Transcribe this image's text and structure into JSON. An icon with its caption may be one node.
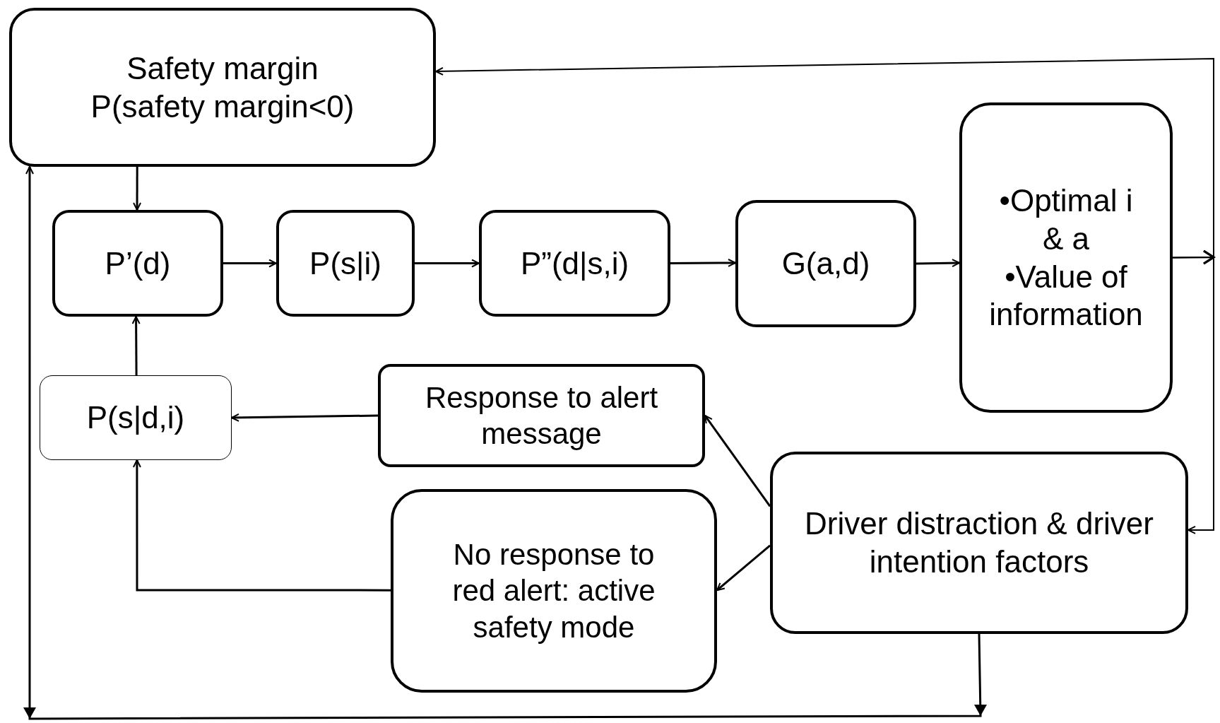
{
  "diagram": {
    "nodes": [
      {
        "text": [
          "Safety margin",
          "P(safety margin<0)"
        ]
      },
      {
        "text": [
          "P’(d)"
        ]
      },
      {
        "text": [
          "P(s|i)"
        ]
      },
      {
        "text": [
          "P”(d|s,i)"
        ]
      },
      {
        "text": [
          "G(a,d)"
        ]
      },
      {
        "text": [
          "•Optimal i & a",
          "•Value of information"
        ]
      },
      {
        "text": [
          "P(s|d,i)"
        ]
      },
      {
        "text": [
          "Response to alert message"
        ]
      },
      {
        "text": [
          "No response to red alert: active safety mode"
        ]
      },
      {
        "text": [
          "Driver distraction & driver intention factors"
        ]
      }
    ],
    "edges": [
      {
        "from": 0,
        "to": 1,
        "arrow": "to"
      },
      {
        "from": 1,
        "to": 2,
        "arrow": "to"
      },
      {
        "from": 2,
        "to": 3,
        "arrow": "to"
      },
      {
        "from": 3,
        "to": 4,
        "arrow": "to"
      },
      {
        "from": 4,
        "to": 5,
        "arrow": "to"
      },
      {
        "from": 6,
        "to": 1,
        "arrow": "to"
      },
      {
        "from": 7,
        "to": 6,
        "arrow": "to"
      },
      {
        "from": 8,
        "to": 6,
        "arrow": "to"
      },
      {
        "from": 9,
        "to": 7,
        "arrow": "to"
      },
      {
        "from": 9,
        "to": 8,
        "arrow": "to"
      },
      {
        "from": 5,
        "to": 0,
        "arrow": "to"
      },
      {
        "from": 5,
        "to": 9,
        "arrow": "to"
      },
      {
        "from": 9,
        "to": 0,
        "arrow": "to"
      }
    ]
  }
}
